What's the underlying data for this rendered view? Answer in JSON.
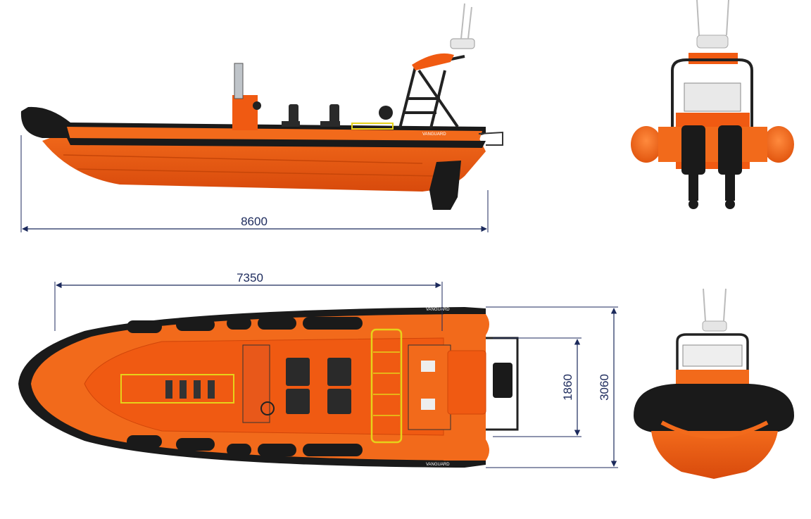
{
  "dimensions": {
    "overall_length": "8600",
    "hull_length": "7350",
    "inner_beam": "1860",
    "overall_beam": "3060"
  },
  "hull_marking": "VANGUARD",
  "colors": {
    "hull_orange": "#f05a12",
    "tube_orange": "#f26a1b",
    "fender_black": "#1a1a1a",
    "dimension_line": "#1c2a5c",
    "frame_black": "#222222",
    "seat_black": "#2a2a2a",
    "highlight_yellow": "#e6d21a"
  }
}
